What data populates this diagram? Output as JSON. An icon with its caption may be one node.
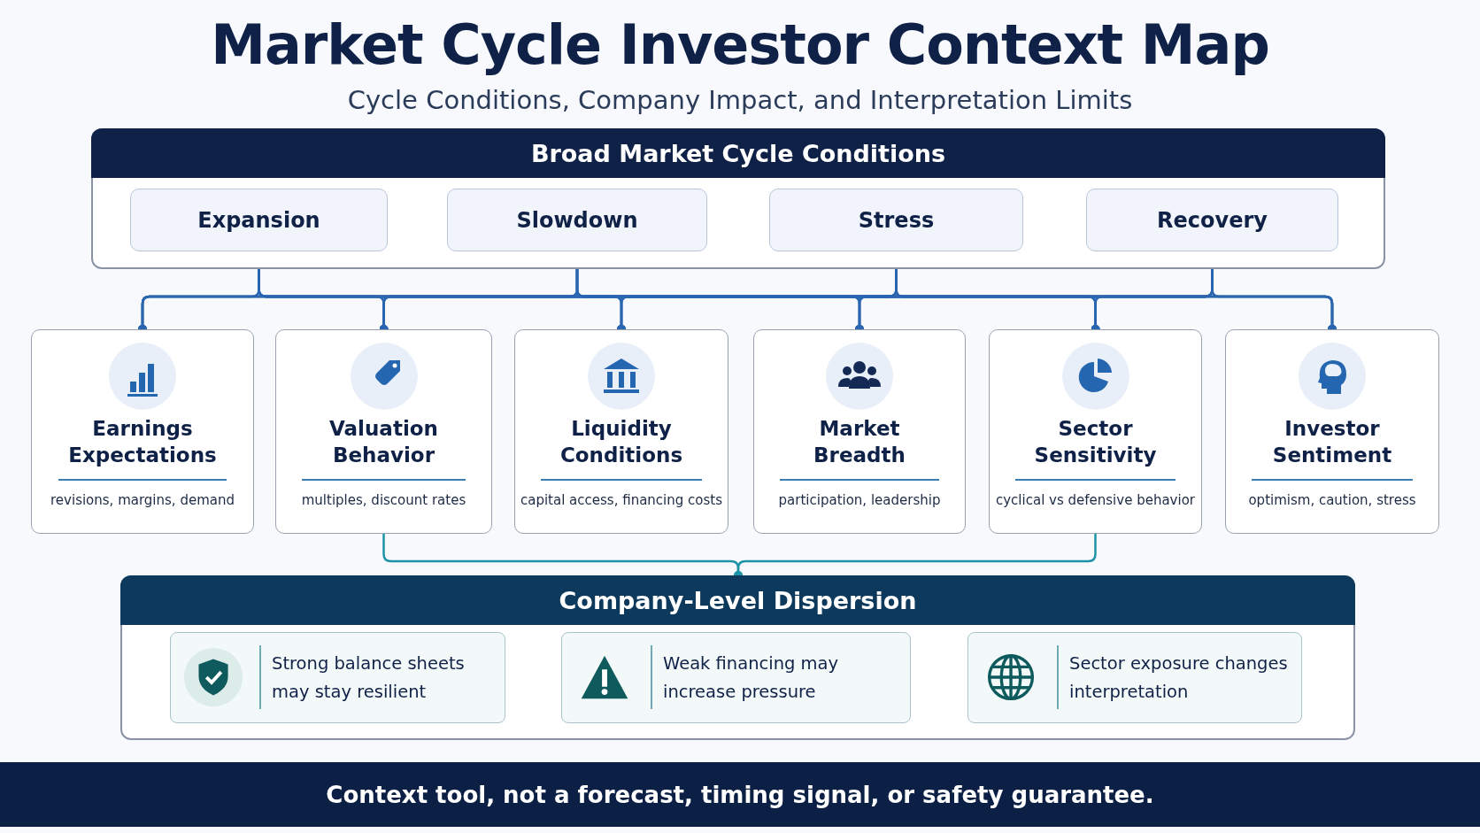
{
  "diagram": {
    "title": "Market Cycle Investor Context Map",
    "nodes": [
      {
        "text": [
          "Broad Market Cycle Conditions"
        ]
      },
      {
        "text": [
          "Expansion"
        ],
        "in": 0
      },
      {
        "text": [
          "Slowdown"
        ],
        "in": 0
      },
      {
        "text": [
          "Stress"
        ],
        "in": 0
      },
      {
        "text": [
          "Recovery"
        ],
        "in": 0
      },
      {
        "text": [
          "Earnings Expectations",
          "revisions, margins, demand"
        ]
      },
      {
        "text": [
          "Valuation Behavior",
          "multiples, discount rates"
        ]
      },
      {
        "text": [
          "Liquidity Conditions",
          "capital access, financing costs"
        ]
      },
      {
        "text": [
          "Market Breadth",
          "participation, leadership"
        ]
      },
      {
        "text": [
          "Sector Sensitivity",
          "cyclical vs defensive behavior"
        ]
      },
      {
        "text": [
          "Investor Sentiment",
          "optimism, caution, stress"
        ]
      },
      {
        "text": [
          "Company-Level Dispersion"
        ]
      },
      {
        "text": [
          "Strong balance sheets may stay resilient"
        ],
        "in": 11
      },
      {
        "text": [
          "Weak financing may increase pressure"
        ],
        "in": 11
      },
      {
        "text": [
          "Sector exposure changes interpretation"
        ],
        "in": 11
      }
    ],
    "edges": [
      {
        "from": 1,
        "to": 5,
        "arrow": "other"
      },
      {
        "from": 1,
        "to": 6,
        "arrow": "other"
      },
      {
        "from": 1,
        "to": 7,
        "arrow": "other"
      },
      {
        "from": 1,
        "to": 8,
        "arrow": "other"
      },
      {
        "from": 1,
        "to": 9,
        "arrow": "other"
      },
      {
        "from": 1,
        "to": 10,
        "arrow": "other"
      },
      {
        "from": 2,
        "to": 5,
        "arrow": "other"
      },
      {
        "from": 2,
        "to": 6,
        "arrow": "other"
      },
      {
        "from": 2,
        "to": 7,
        "arrow": "other"
      },
      {
        "from": 2,
        "to": 8,
        "arrow": "other"
      },
      {
        "from": 2,
        "to": 9,
        "arrow": "other"
      },
      {
        "from": 2,
        "to": 10,
        "arrow": "other"
      },
      {
        "from": 3,
        "to": 5,
        "arrow": "other"
      },
      {
        "from": 3,
        "to": 6,
        "arrow": "other"
      },
      {
        "from": 3,
        "to": 7,
        "arrow": "other"
      },
      {
        "from": 3,
        "to": 8,
        "arrow": "other"
      },
      {
        "from": 3,
        "to": 9,
        "arrow": "other"
      },
      {
        "from": 3,
        "to": 10,
        "arrow": "other"
      },
      {
        "from": 4,
        "to": 5,
        "arrow": "other"
      },
      {
        "from": 4,
        "to": 6,
        "arrow": "other"
      },
      {
        "from": 4,
        "to": 7,
        "arrow": "other"
      },
      {
        "from": 4,
        "to": 8,
        "arrow": "other"
      },
      {
        "from": 4,
        "to": 9,
        "arrow": "other"
      },
      {
        "from": 4,
        "to": 10,
        "arrow": "other"
      },
      {
        "from": 6,
        "to": 11,
        "arrow": "other",
        "color": "#1e93a8"
      },
      {
        "from": 9,
        "to": 11,
        "arrow": "other",
        "color": "#1e93a8"
      }
    ],
    "labels": [
      "Cycle Conditions, Company Impact, and Interpretation Limits",
      "Context tool, not a forecast, timing signal, or safety guarantee."
    ]
  }
}
